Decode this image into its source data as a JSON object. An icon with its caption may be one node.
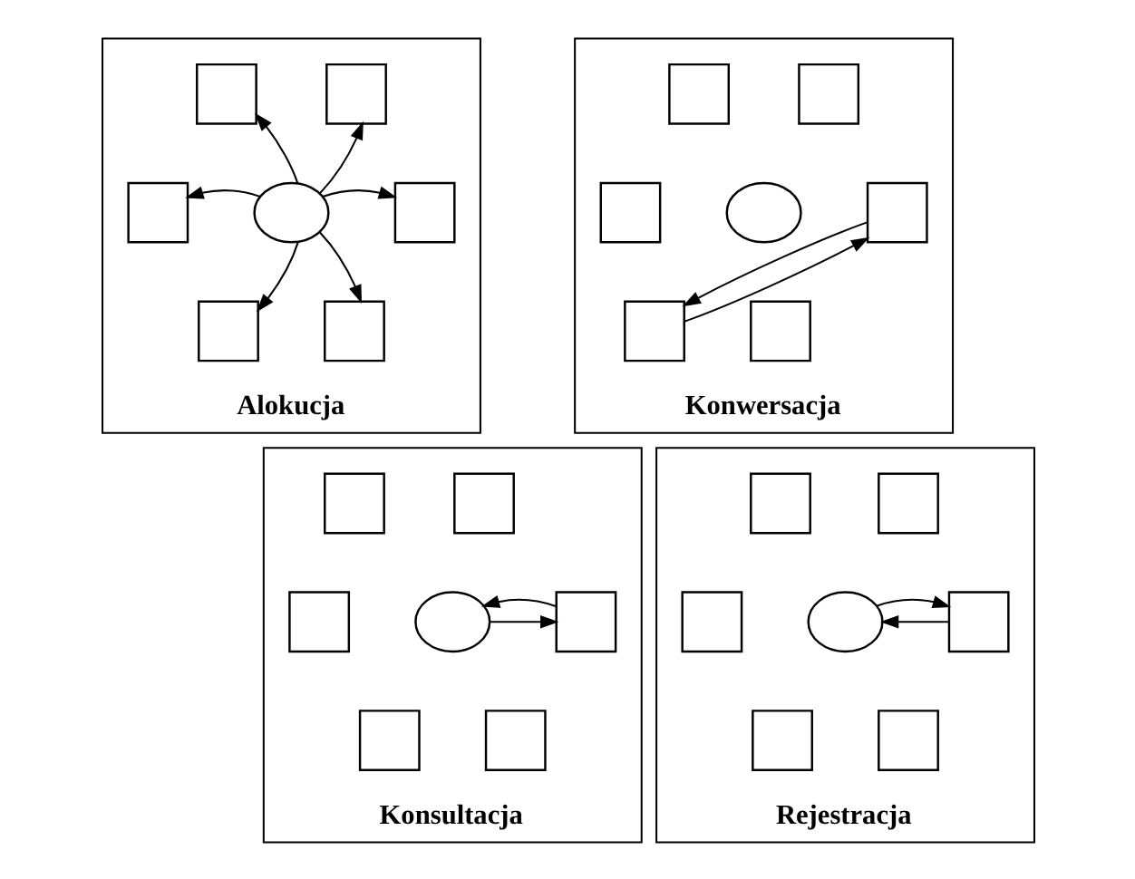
{
  "diagram": {
    "nodes": [
      {
        "text": [
          "Alokucja"
        ]
      },
      {
        "text": [],
        "shape": "box",
        "in": 0
      },
      {
        "text": [],
        "shape": "box",
        "in": 0
      },
      {
        "text": [],
        "shape": "box",
        "in": 0
      },
      {
        "text": [],
        "shape": "circle",
        "in": 0
      },
      {
        "text": [],
        "shape": "box",
        "in": 0
      },
      {
        "text": [],
        "shape": "box",
        "in": 0
      },
      {
        "text": [],
        "shape": "box",
        "in": 0
      },
      {
        "text": [
          "Konwersacja"
        ]
      },
      {
        "text": [],
        "shape": "box",
        "in": 8
      },
      {
        "text": [],
        "shape": "box",
        "in": 8
      },
      {
        "text": [],
        "shape": "box",
        "in": 8
      },
      {
        "text": [],
        "shape": "circle",
        "in": 8
      },
      {
        "text": [],
        "shape": "box",
        "in": 8
      },
      {
        "text": [],
        "shape": "box",
        "in": 8
      },
      {
        "text": [],
        "shape": "box",
        "in": 8
      },
      {
        "text": [
          "Konsultacja"
        ]
      },
      {
        "text": [],
        "shape": "box",
        "in": 16
      },
      {
        "text": [],
        "shape": "box",
        "in": 16
      },
      {
        "text": [],
        "shape": "box",
        "in": 16
      },
      {
        "text": [],
        "shape": "circle",
        "in": 16
      },
      {
        "text": [],
        "shape": "box",
        "in": 16
      },
      {
        "text": [],
        "shape": "box",
        "in": 16
      },
      {
        "text": [],
        "shape": "box",
        "in": 16
      },
      {
        "text": [
          "Rejestracja"
        ]
      },
      {
        "text": [],
        "shape": "box",
        "in": 24
      },
      {
        "text": [],
        "shape": "box",
        "in": 24
      },
      {
        "text": [],
        "shape": "box",
        "in": 24
      },
      {
        "text": [],
        "shape": "circle",
        "in": 24
      },
      {
        "text": [],
        "shape": "box",
        "in": 24
      },
      {
        "text": [],
        "shape": "box",
        "in": 24
      },
      {
        "text": [],
        "shape": "box",
        "in": 24
      }
    ],
    "edges": [
      {
        "from": 4,
        "to": 1,
        "arrow": "to"
      },
      {
        "from": 4,
        "to": 2,
        "arrow": "to"
      },
      {
        "from": 4,
        "to": 3,
        "arrow": "to"
      },
      {
        "from": 4,
        "to": 5,
        "arrow": "to"
      },
      {
        "from": 4,
        "to": 6,
        "arrow": "to"
      },
      {
        "from": 4,
        "to": 7,
        "arrow": "to"
      },
      {
        "from": 13,
        "to": 14,
        "arrow": "to"
      },
      {
        "from": 14,
        "to": 13,
        "arrow": "to"
      },
      {
        "from": 20,
        "to": 21,
        "arrow": "to"
      },
      {
        "from": 21,
        "to": 20,
        "arrow": "to"
      },
      {
        "from": 29,
        "to": 28,
        "arrow": "to"
      },
      {
        "from": 28,
        "to": 29,
        "arrow": "to"
      }
    ]
  }
}
